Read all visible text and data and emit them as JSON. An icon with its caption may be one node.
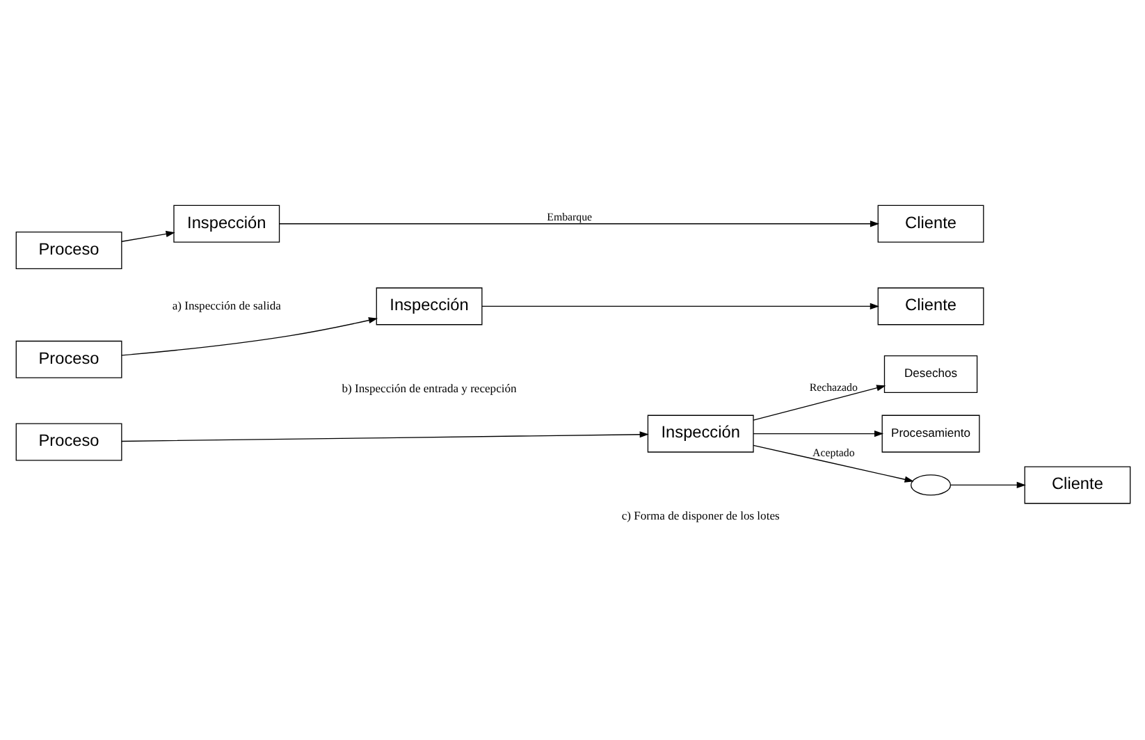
{
  "diagram": {
    "nodes": [
      {
        "text": [
          "Proceso"
        ]
      },
      {
        "text": [
          "Inspección"
        ]
      },
      {
        "text": [
          "Cliente"
        ]
      },
      {
        "text": [
          "Proceso"
        ]
      },
      {
        "text": [
          "Inspección"
        ]
      },
      {
        "text": [
          "Cliente"
        ]
      },
      {
        "text": [
          "Proceso"
        ]
      },
      {
        "text": [
          "Inspección"
        ]
      },
      {
        "text": [],
        "shape": "ellipse"
      },
      {
        "text": [
          "Cliente"
        ]
      },
      {
        "text": [
          "Desechos"
        ]
      },
      {
        "text": [
          "Procesamiento"
        ]
      }
    ],
    "edges": [
      {
        "from": 0,
        "to": 1,
        "arrow": "to"
      },
      {
        "from": 1,
        "to": 2,
        "arrow": "to",
        "label": "Embarque"
      },
      {
        "from": 3,
        "to": 4,
        "arrow": "to"
      },
      {
        "from": 4,
        "to": 5,
        "arrow": "to"
      },
      {
        "from": 6,
        "to": 7,
        "arrow": "to"
      },
      {
        "from": 7,
        "to": 8,
        "arrow": "to",
        "label": "Aceptado"
      },
      {
        "from": 8,
        "to": 9,
        "arrow": "to"
      },
      {
        "from": 7,
        "to": 10,
        "arrow": "to",
        "label": "Rechazado"
      },
      {
        "from": 7,
        "to": 11,
        "arrow": "to"
      }
    ],
    "labels": [
      "a) Inspección de salida",
      "b) Inspección de entrada y recepción",
      "c) Forma de disponer de los lotes"
    ]
  }
}
